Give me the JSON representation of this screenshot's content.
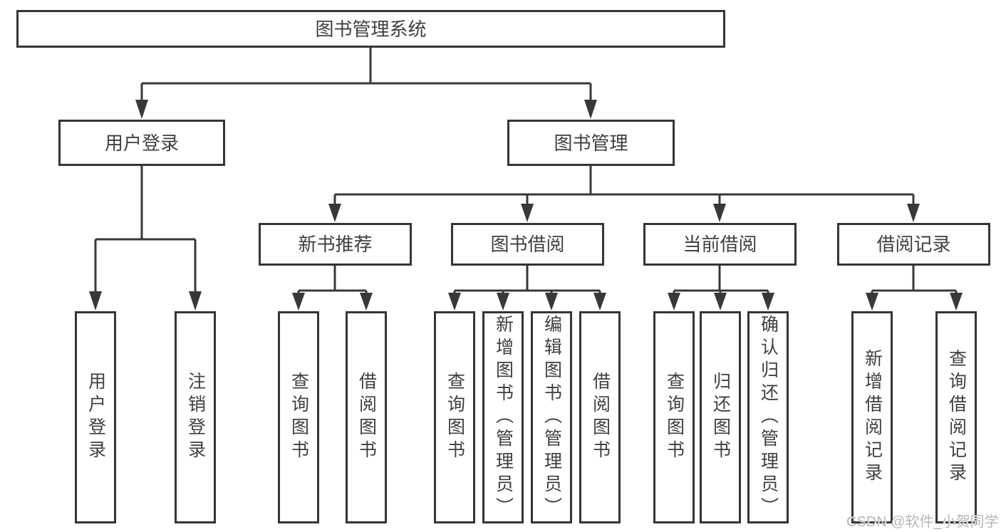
{
  "diagram_type": "hierarchy-tree",
  "colors": {
    "line": "#383838",
    "box_border": "#353535",
    "text": "#3f3f3f",
    "watermark_text": "#b6b6b6",
    "background": "#ffffff"
  },
  "tree": {
    "label": "图书管理系统",
    "children": [
      {
        "label": "用户登录",
        "children": [
          {
            "label": "用户登录"
          },
          {
            "label": "注销登录"
          }
        ]
      },
      {
        "label": "图书管理",
        "children": [
          {
            "label": "新书推荐",
            "children": [
              {
                "label": "查询图书"
              },
              {
                "label": "借阅图书"
              }
            ]
          },
          {
            "label": "图书借阅",
            "children": [
              {
                "label": "查询图书"
              },
              {
                "label": "新增图书（管理员）"
              },
              {
                "label": "编辑图书（管理员）"
              },
              {
                "label": "借阅图书"
              }
            ]
          },
          {
            "label": "当前借阅",
            "children": [
              {
                "label": "查询图书"
              },
              {
                "label": "归还图书"
              },
              {
                "label": "确认归还（管理员）"
              }
            ]
          },
          {
            "label": "借阅记录",
            "children": [
              {
                "label": "新增借阅记录"
              },
              {
                "label": "查询借阅记录"
              }
            ]
          }
        ]
      }
    ]
  },
  "watermark": "CSDN @软件_小贺同学"
}
